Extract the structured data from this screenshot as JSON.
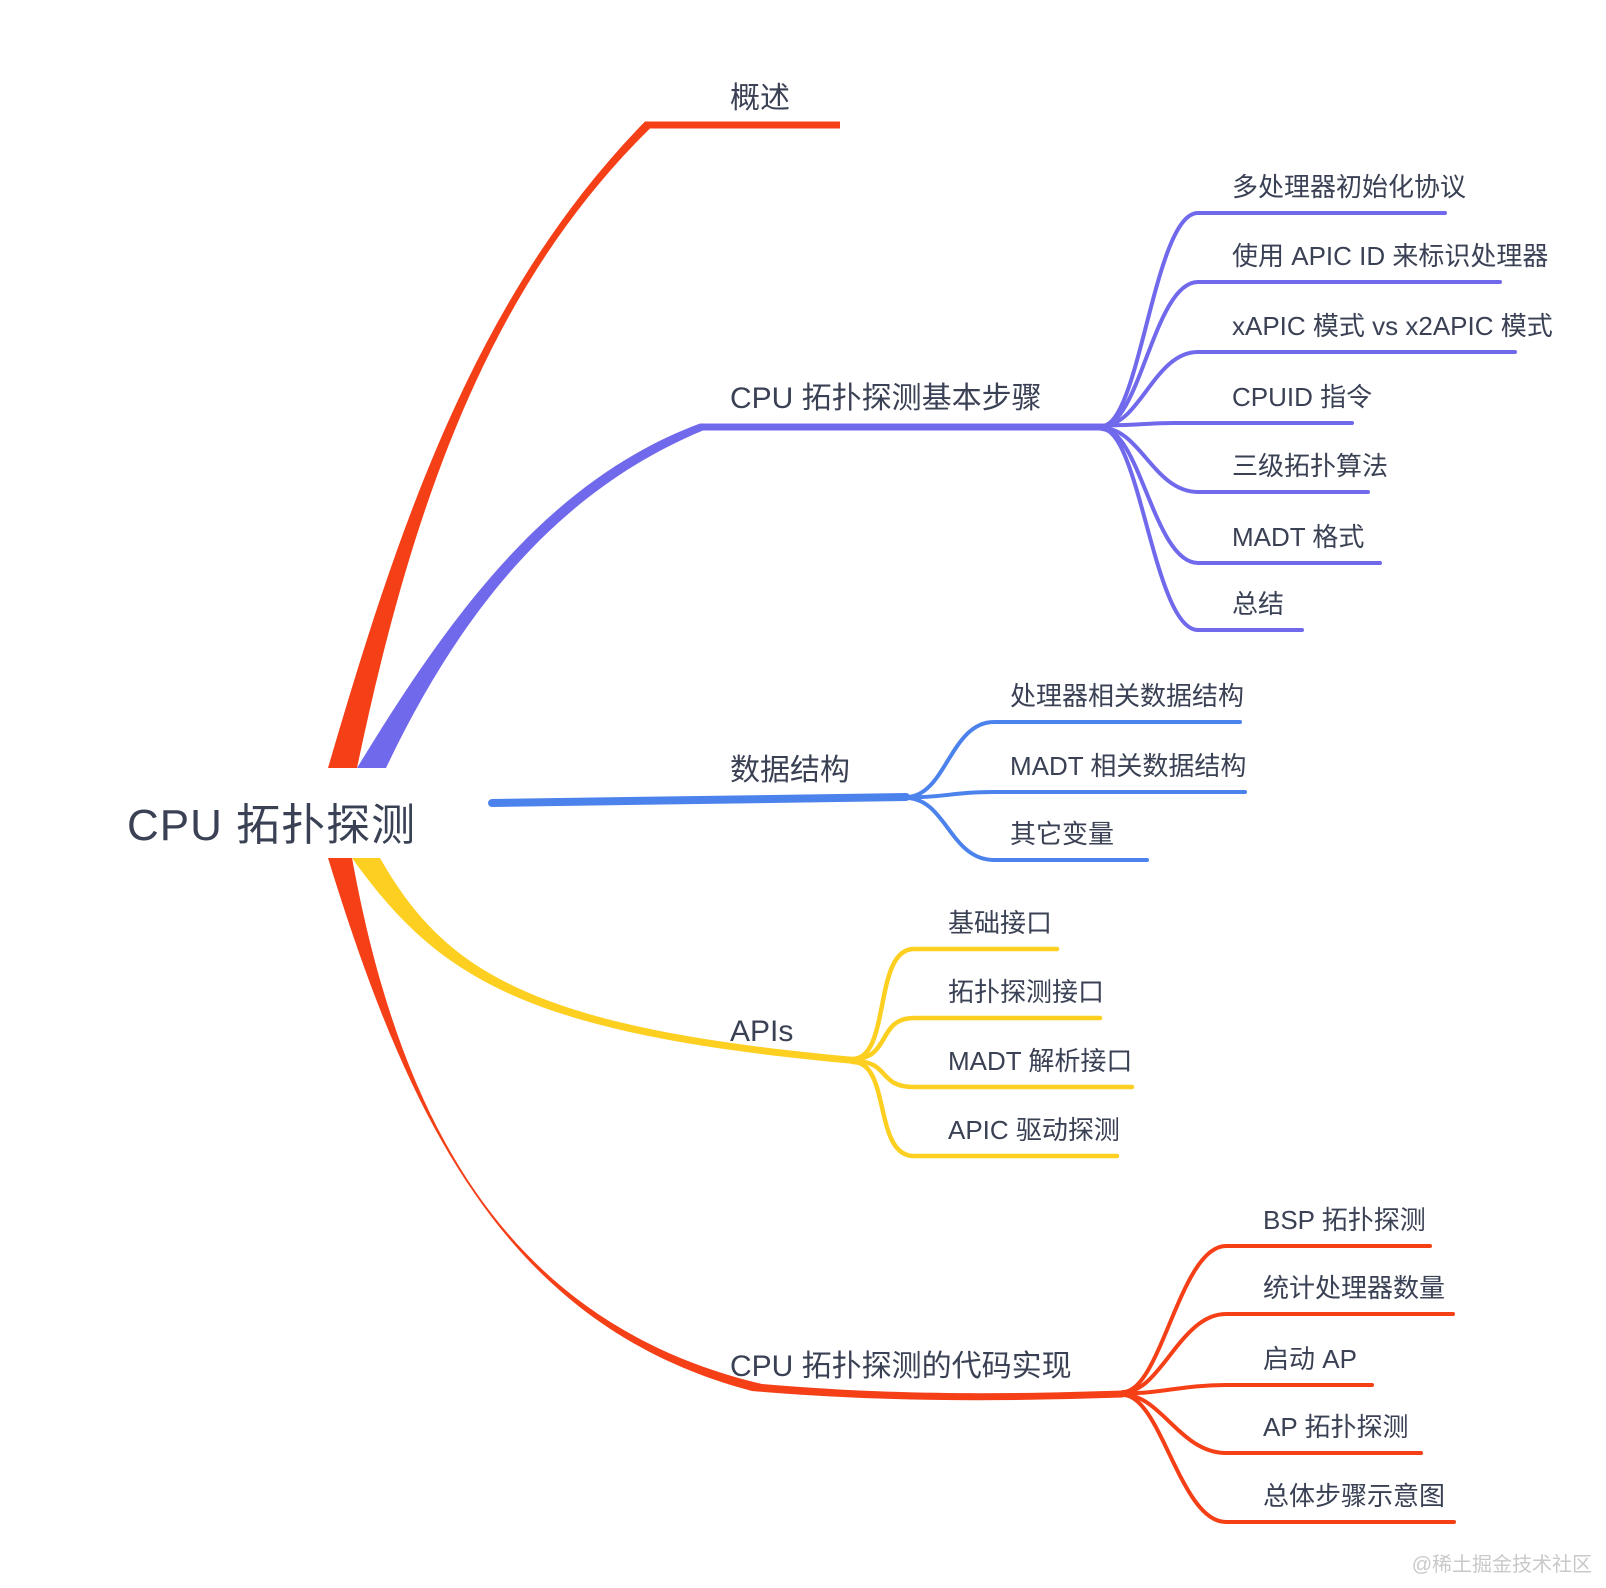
{
  "palette": {
    "red": "#F43F17",
    "purple": "#7169EC",
    "blue": "#4C82EC",
    "yellow": "#FDCF20",
    "text": "#3A4154",
    "watermark": "#C9C9C9",
    "background": "#FFFFFF"
  },
  "root": {
    "label": "CPU 拓扑探测"
  },
  "branches": [
    {
      "label": "概述",
      "color": "#F43F17",
      "children": []
    },
    {
      "label": "CPU 拓扑探测基本步骤",
      "color": "#7169EC",
      "children": [
        {
          "label": "多处理器初始化协议"
        },
        {
          "label": "使用 APIC ID 来标识处理器"
        },
        {
          "label": "xAPIC 模式 vs x2APIC 模式"
        },
        {
          "label": "CPUID 指令"
        },
        {
          "label": "三级拓扑算法"
        },
        {
          "label": "MADT 格式"
        },
        {
          "label": "总结"
        }
      ]
    },
    {
      "label": "数据结构",
      "color": "#4C82EC",
      "children": [
        {
          "label": "处理器相关数据结构"
        },
        {
          "label": "MADT 相关数据结构"
        },
        {
          "label": "其它变量"
        }
      ]
    },
    {
      "label": "APIs",
      "color": "#FDCF20",
      "children": [
        {
          "label": "基础接口"
        },
        {
          "label": "拓扑探测接口"
        },
        {
          "label": "MADT 解析接口"
        },
        {
          "label": "APIC 驱动探测"
        }
      ]
    },
    {
      "label": "CPU 拓扑探测的代码实现",
      "color": "#F43F17",
      "children": [
        {
          "label": "BSP 拓扑探测"
        },
        {
          "label": "统计处理器数量"
        },
        {
          "label": "启动 AP"
        },
        {
          "label": "AP 拓扑探测"
        },
        {
          "label": "总体步骤示意图"
        }
      ]
    }
  ],
  "watermark": {
    "label": "@稀土掘金技术社区"
  }
}
